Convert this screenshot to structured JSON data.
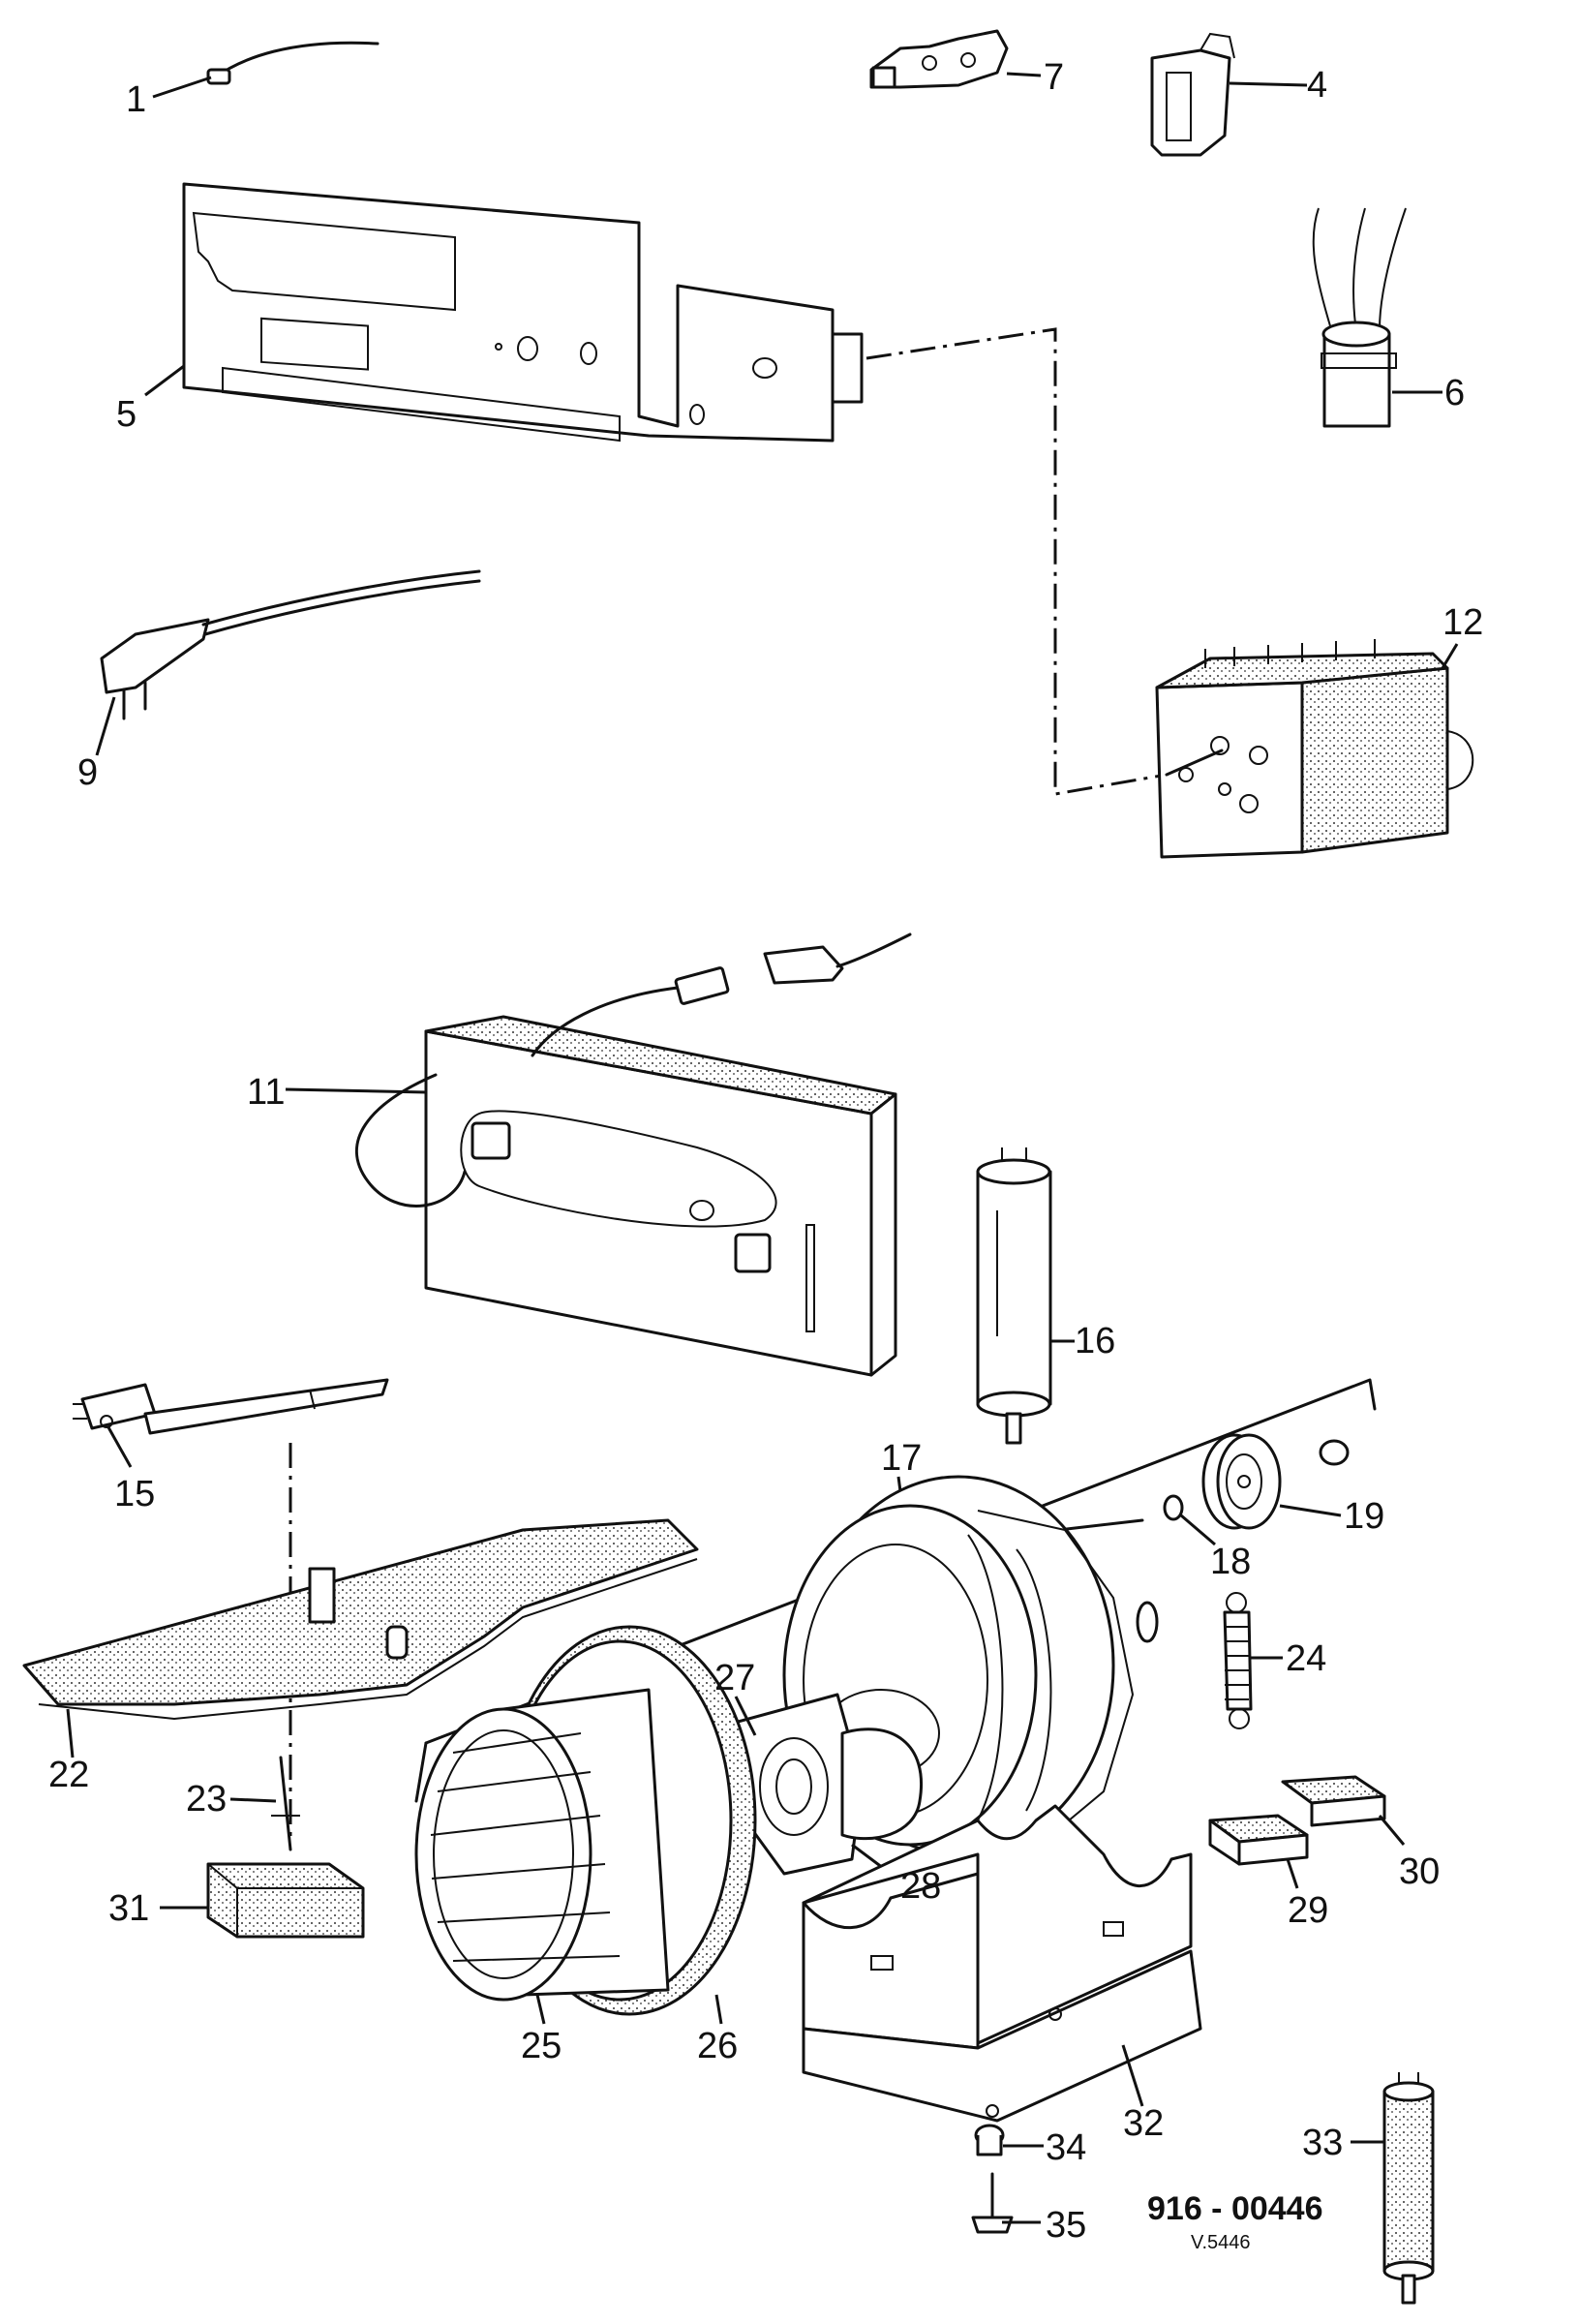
{
  "diagram": {
    "document_number": "916 - 00446",
    "sub_reference": "V.5446",
    "parts": [
      {
        "id": "p1",
        "label": "1"
      },
      {
        "id": "p4",
        "label": "4"
      },
      {
        "id": "p5",
        "label": "5"
      },
      {
        "id": "p6",
        "label": "6"
      },
      {
        "id": "p7",
        "label": "7"
      },
      {
        "id": "p9",
        "label": "9"
      },
      {
        "id": "p11",
        "label": "11"
      },
      {
        "id": "p12",
        "label": "12"
      },
      {
        "id": "p15",
        "label": "15"
      },
      {
        "id": "p16",
        "label": "16"
      },
      {
        "id": "p17",
        "label": "17"
      },
      {
        "id": "p18",
        "label": "18"
      },
      {
        "id": "p19",
        "label": "19"
      },
      {
        "id": "p22",
        "label": "22"
      },
      {
        "id": "p23",
        "label": "23"
      },
      {
        "id": "p24",
        "label": "24"
      },
      {
        "id": "p25",
        "label": "25"
      },
      {
        "id": "p26",
        "label": "26"
      },
      {
        "id": "p27",
        "label": "27"
      },
      {
        "id": "p28",
        "label": "28"
      },
      {
        "id": "p29",
        "label": "29"
      },
      {
        "id": "p30",
        "label": "30"
      },
      {
        "id": "p31",
        "label": "31"
      },
      {
        "id": "p32",
        "label": "32"
      },
      {
        "id": "p33",
        "label": "33"
      },
      {
        "id": "p34",
        "label": "34"
      },
      {
        "id": "p35",
        "label": "35"
      }
    ]
  }
}
